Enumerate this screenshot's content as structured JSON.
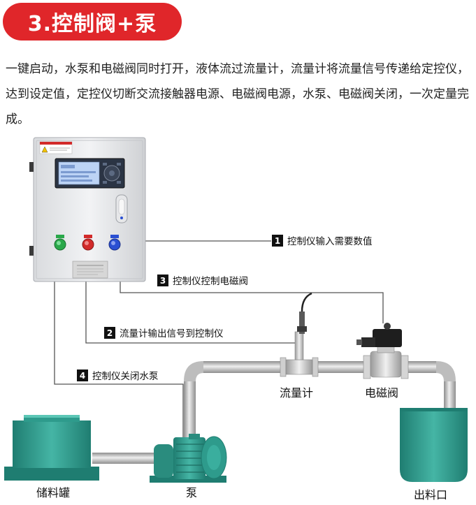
{
  "title": "3.控制阀+泵",
  "intro": "一键启动，水泵和电磁阀同时打开，液体流过流量计，流量计将流量信号传递给定控仪，达到设定值，定控仪切断交流接触器电源、电磁阀电源，水泵、电磁阀关闭，一次定量完成。",
  "steps": [
    {
      "num": "1",
      "text": "控制仪输入需要数值"
    },
    {
      "num": "3",
      "text": "控制仪控制电磁阀"
    },
    {
      "num": "2",
      "text": "流量计输出信号到控制仪"
    },
    {
      "num": "4",
      "text": "控制仪关闭水泵"
    }
  ],
  "labels": {
    "flowmeter": "流量计",
    "solenoid_valve": "电磁阀",
    "storage_tank": "储料罐",
    "pump": "泵",
    "outlet": "出料口"
  },
  "colors": {
    "accent": "#e0262a",
    "tank": "#2e9b8c",
    "pipe": "#b9b9b9",
    "button_green": "#2aa84a",
    "button_red": "#d22a2a",
    "button_blue": "#2a4fd2"
  }
}
